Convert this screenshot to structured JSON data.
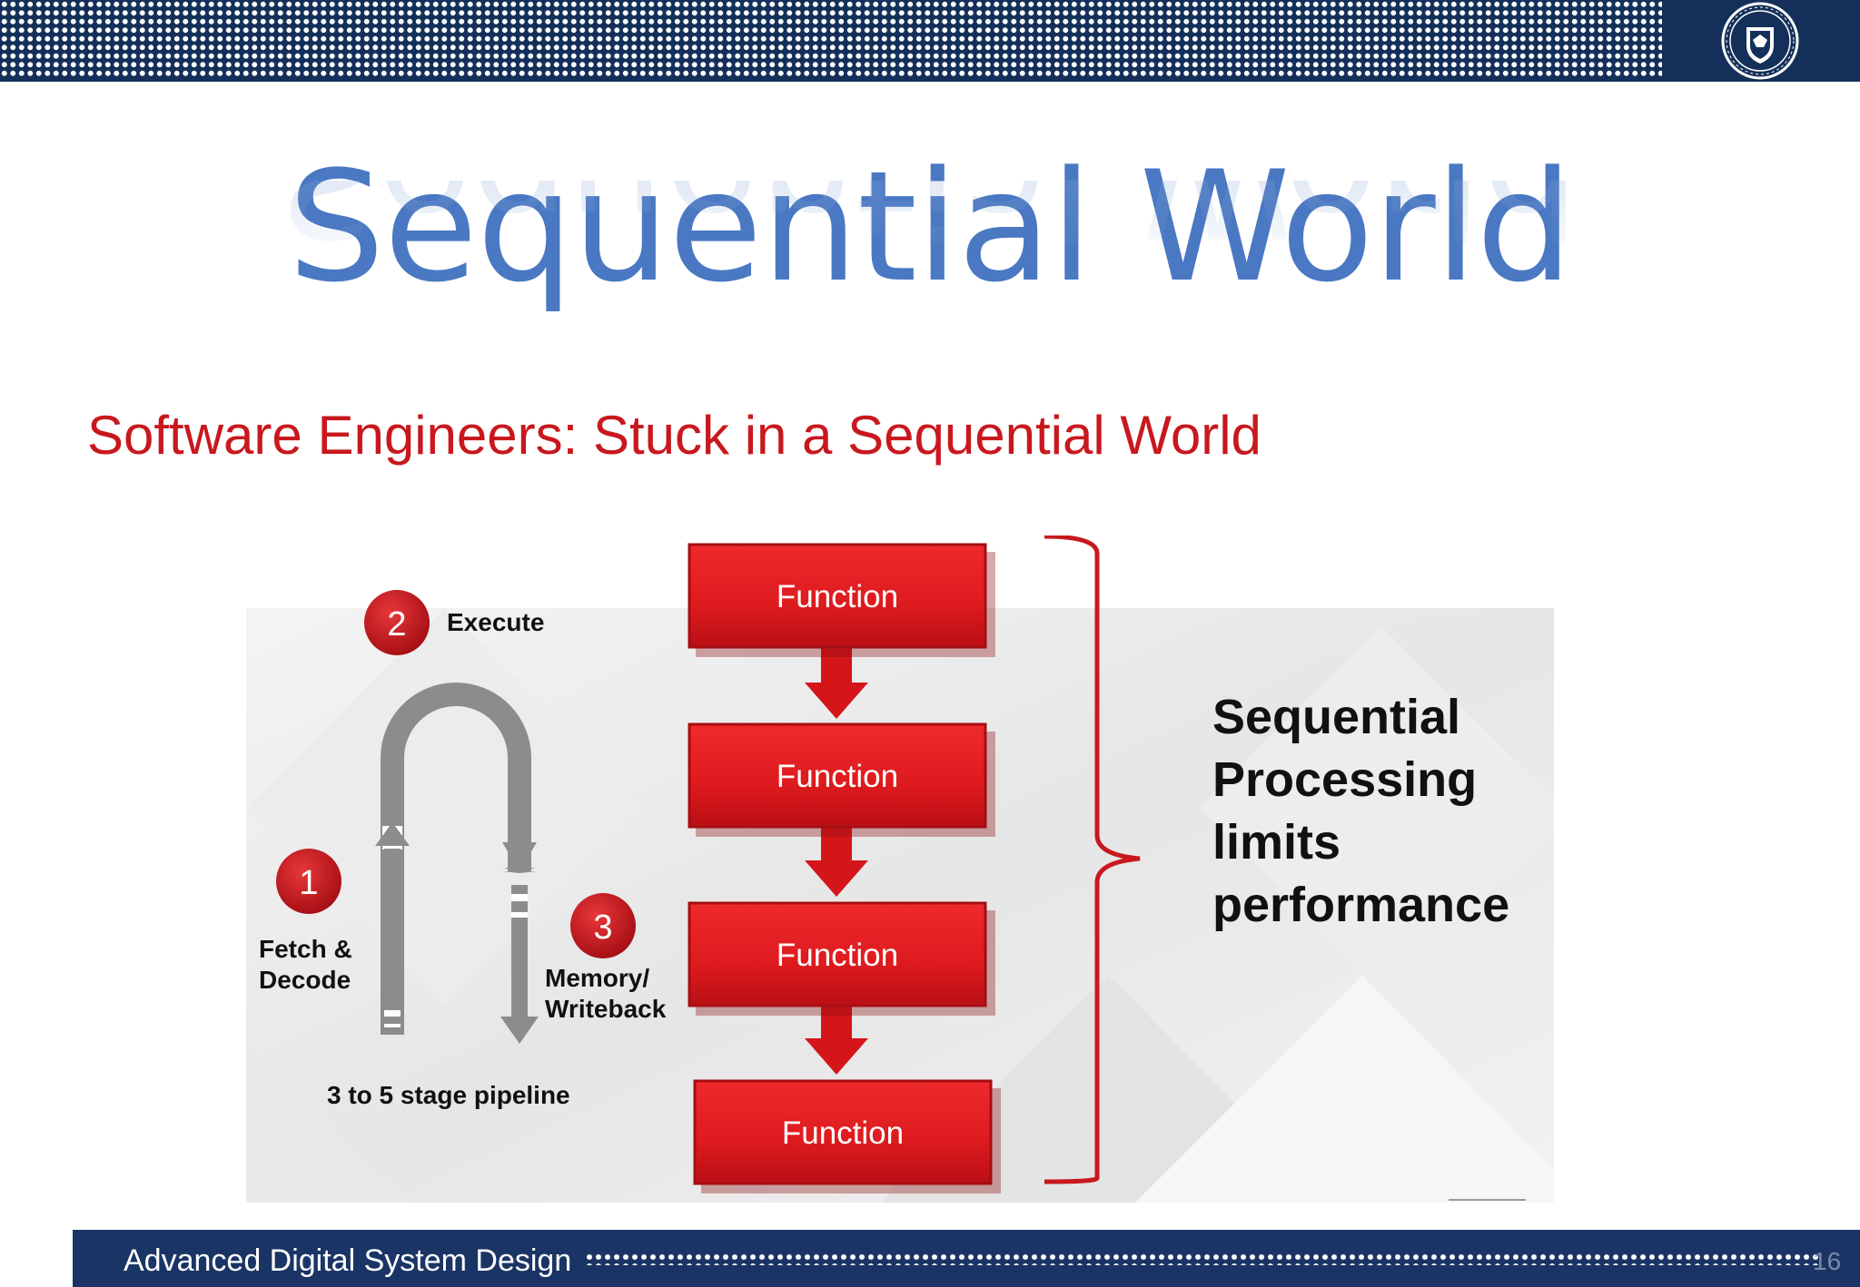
{
  "slide": {
    "title": "Sequential World",
    "subtitle": "Software Engineers: Stuck in a Sequential World"
  },
  "diagram": {
    "pipeline": {
      "steps": [
        {
          "number": "2",
          "label": "Execute"
        },
        {
          "number": "1",
          "label_line1": "Fetch &",
          "label_line2": "Decode"
        },
        {
          "number": "3",
          "label_line1": "Memory/",
          "label_line2": "Writeback"
        }
      ],
      "caption": "3 to 5 stage pipeline"
    },
    "functions": [
      "Function",
      "Function",
      "Function",
      "Function"
    ],
    "bracket_label": {
      "lines": [
        "Sequential",
        "Processing",
        "limits",
        "performance"
      ]
    }
  },
  "footer": {
    "course_title": "Advanced Digital System Design",
    "page_number": "16"
  },
  "colors": {
    "navy": "#14305a",
    "title_blue": "#4a78c2",
    "accent_red": "#c8181e",
    "box_red": "#e01a1f",
    "arrow_gray": "#8c8c8c"
  },
  "icons": {
    "logo": "university-seal-icon"
  }
}
